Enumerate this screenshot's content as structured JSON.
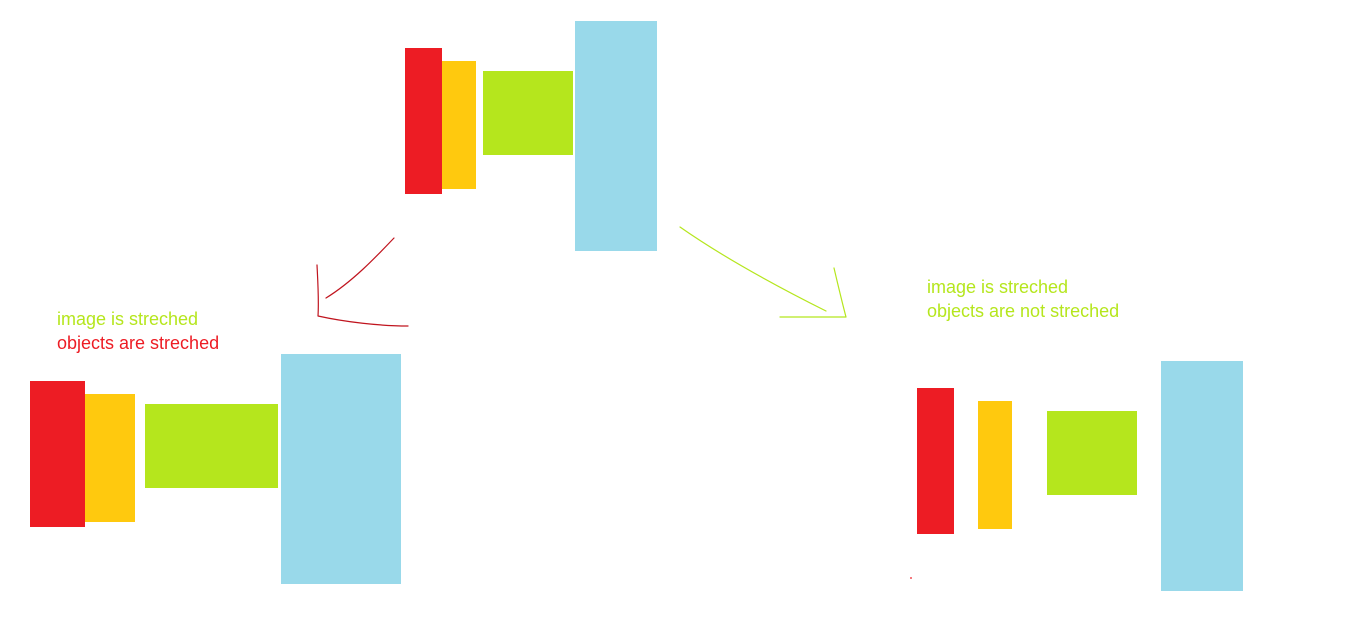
{
  "colors": {
    "red": "#ed1c24",
    "orange": "#ffc90e",
    "lime": "#b5e61d",
    "light_blue": "#99d9ea",
    "arrow_red": "#c0141e",
    "caption_green": "#b5e61d",
    "caption_red": "#ed1c24"
  },
  "left_caption": {
    "line1": "image is streched",
    "line2": "objects are streched"
  },
  "right_caption": {
    "line1": "image is streched",
    "line2": "objects are not streched"
  }
}
